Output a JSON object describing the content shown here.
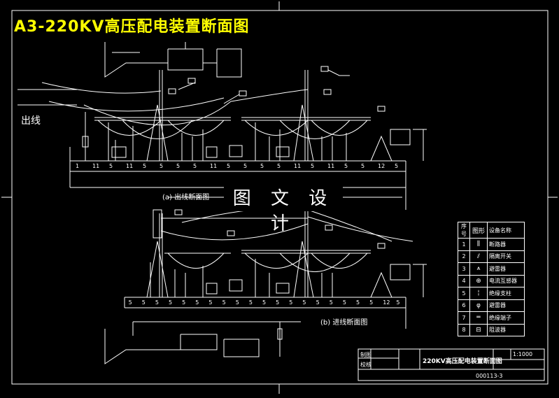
{
  "title": "A3-220KV高压配电装置断面图",
  "labels": {
    "outgoing_line": "出线",
    "section_a": "(a) 出线断面图",
    "section_b": "(b) 进线断面图",
    "watermark": "图 文 设 计"
  },
  "dims_top": [
    "1",
    "11",
    "5",
    "11",
    "5",
    "5",
    "5",
    "5",
    "11",
    "5",
    "5",
    "5",
    "5",
    "11",
    "5",
    "11",
    "5",
    "5",
    "12",
    "5"
  ],
  "dims_bottom": [
    "5",
    "5",
    "5",
    "5",
    "5",
    "5",
    "5",
    "5",
    "5",
    "5",
    "5",
    "5",
    "5",
    "5",
    "5",
    "5",
    "5",
    "5",
    "5",
    "12",
    "5"
  ],
  "legend": {
    "headers": [
      "序号",
      "图形",
      "设备名称"
    ],
    "rows": [
      {
        "no": "1",
        "sym": "⫼",
        "name": "断路器"
      },
      {
        "no": "2",
        "sym": "⫽",
        "name": "隔离开关"
      },
      {
        "no": "3",
        "sym": "⩚",
        "name": "避雷器"
      },
      {
        "no": "4",
        "sym": "⊕",
        "name": "电流互感器"
      },
      {
        "no": "5",
        "sym": "¦",
        "name": "绝缘支柱"
      },
      {
        "no": "6",
        "sym": "φ",
        "name": "避雷器"
      },
      {
        "no": "7",
        "sym": "═",
        "name": "绝缘端子"
      },
      {
        "no": "8",
        "sym": "⊟",
        "name": "阻波器"
      }
    ]
  },
  "title_block": {
    "drawing_name": "220KV高压配电装置断面图",
    "scale": "1:1000",
    "drawing_no": "000113-3",
    "role_1": "制图",
    "role_2": "校核"
  }
}
